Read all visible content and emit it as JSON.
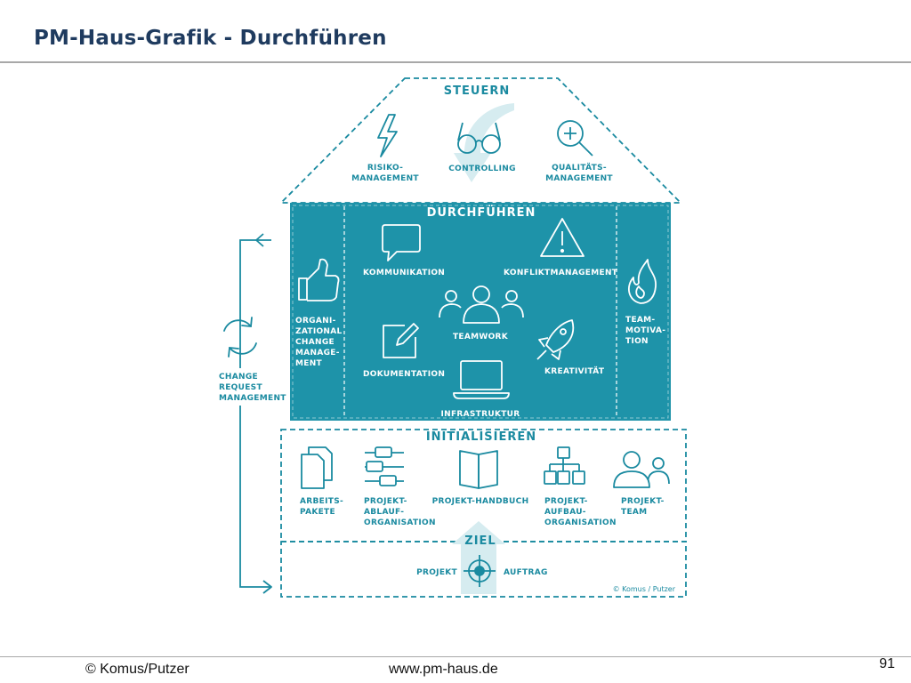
{
  "slide": {
    "title": "PM-Haus-Grafik - Durchführen",
    "footer_left": "© Komus/Putzer",
    "footer_center": "www.pm-haus.de",
    "page_number": "91"
  },
  "colors": {
    "teal": "#1a8aa0",
    "teal_fill": "#1e93a9",
    "title": "#1f3b5f"
  },
  "diagram": {
    "roof": {
      "header": "STEUERN",
      "items": [
        {
          "lines": [
            "RISIKO-",
            "MANAGEMENT"
          ],
          "icon": "lightning-icon"
        },
        {
          "lines": [
            "CONTROLLING"
          ],
          "icon": "glasses-icon"
        },
        {
          "lines": [
            "QUALITÄTS-",
            "MANAGEMENT"
          ],
          "icon": "magnifier-plus-icon"
        }
      ]
    },
    "middle": {
      "header": "DURCHFÜHREN",
      "left_pillar": {
        "lines": [
          "ORGANI-",
          "ZATIONAL",
          "CHANGE",
          "MANAGE-",
          "MENT"
        ],
        "icon": "thumbs-up-icon"
      },
      "right_pillar": {
        "lines": [
          "TEAM-",
          "MOTIVA-",
          "TION"
        ],
        "icon": "flame-icon"
      },
      "items": [
        {
          "label": "KOMMUNIKATION",
          "icon": "speech-bubble-icon"
        },
        {
          "label": "KONFLIKTMANAGEMENT",
          "icon": "warning-icon"
        },
        {
          "label": "TEAMWORK",
          "icon": "people-group-icon"
        },
        {
          "label": "DOKUMENTATION",
          "icon": "edit-document-icon"
        },
        {
          "label": "KREATIVITÄT",
          "icon": "rocket-icon"
        },
        {
          "label": "INFRASTRUKTUR",
          "icon": "laptop-icon"
        }
      ]
    },
    "base": {
      "header": "INITIALISIEREN",
      "items": [
        {
          "lines": [
            "ARBEITS-",
            "PAKETE"
          ],
          "icon": "documents-icon"
        },
        {
          "lines": [
            "PROJEKT-",
            "ABLAUF-",
            "ORGANISATION"
          ],
          "icon": "gantt-icon"
        },
        {
          "lines": [
            "PROJEKT-HANDBUCH"
          ],
          "icon": "book-icon"
        },
        {
          "lines": [
            "PROJEKT-",
            "AUFBAU-",
            "ORGANISATION"
          ],
          "icon": "org-chart-icon"
        },
        {
          "lines": [
            "PROJEKT-",
            "TEAM"
          ],
          "icon": "team-icon"
        }
      ]
    },
    "foundation": {
      "header": "ZIEL",
      "left_label": "PROJEKT",
      "right_label": "AUFTRAG",
      "icon": "target-icon",
      "copyright": "© Komus / Putzer"
    },
    "side": {
      "lines": [
        "CHANGE",
        "REQUEST",
        "MANAGEMENT"
      ],
      "icon": "refresh-cycle-icon"
    }
  }
}
